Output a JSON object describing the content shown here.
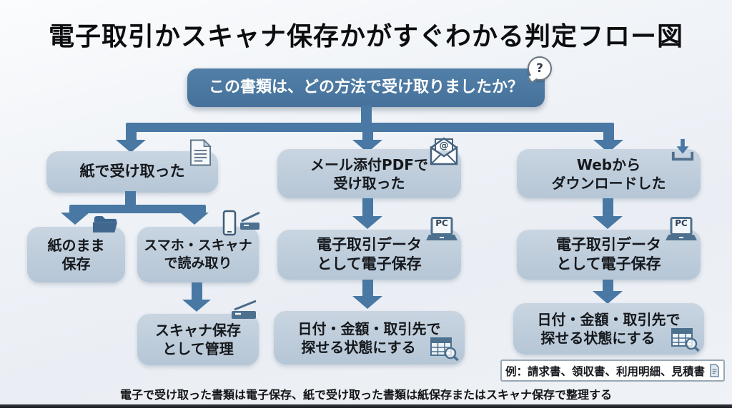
{
  "title": "電子取引かスキャナ保存かがすぐわかる判定フロー図",
  "footer_note": "電子で受け取った書類は電子保存、紙で受け取った書類は紙保存またはスキャナ保存で整理する",
  "colors": {
    "accent_dark_blue": "#4878a3",
    "question_box_blue": "#48749e",
    "node_light_blue": "#bccbd9",
    "background_light": "#eef2f7",
    "text_dark": "#15181c",
    "question_text": "#ffffff"
  },
  "icons": {
    "question_bubble_glyph": "?",
    "pc_screen_label": "PC",
    "mail_at_glyph": "@",
    "names": [
      "question-bubble-icon",
      "paper-document-icon",
      "mail-at-icon",
      "download-icon",
      "folder-icon",
      "smartphone-icon",
      "scanner-icon",
      "laptop-pc-icon",
      "table-search-icon",
      "note-document-icon"
    ]
  },
  "flow": {
    "question": {
      "line1": "この書類は、どの方法で受け取りましたか？"
    },
    "paper_received": {
      "line1": "紙で受け取った"
    },
    "mail_received": {
      "line1": "メール添付PDFで",
      "line2": "受け取った"
    },
    "web_downloaded": {
      "line1": "Webから",
      "line2": "ダウンロードした"
    },
    "paper_keep": {
      "line1": "紙のまま",
      "line2": "保存"
    },
    "scan_read": {
      "line1": "スマホ・スキャナ",
      "line2": "で読み取り"
    },
    "scan_manage": {
      "line1": "スキャナ保存",
      "line2": "として管理"
    },
    "mail_edata": {
      "line1": "電子取引データ",
      "line2": "として電子保存"
    },
    "mail_search": {
      "line1": "日付・金額・取引先で",
      "line2": "探せる状態にする"
    },
    "web_edata": {
      "line1": "電子取引データ",
      "line2": "として電子保存"
    },
    "web_search": {
      "line1": "日付・金額・取引先で",
      "line2": "探せる状態にする"
    },
    "examples_note": {
      "line1": "例：請求書、領収書、利用明細、見積書"
    }
  }
}
